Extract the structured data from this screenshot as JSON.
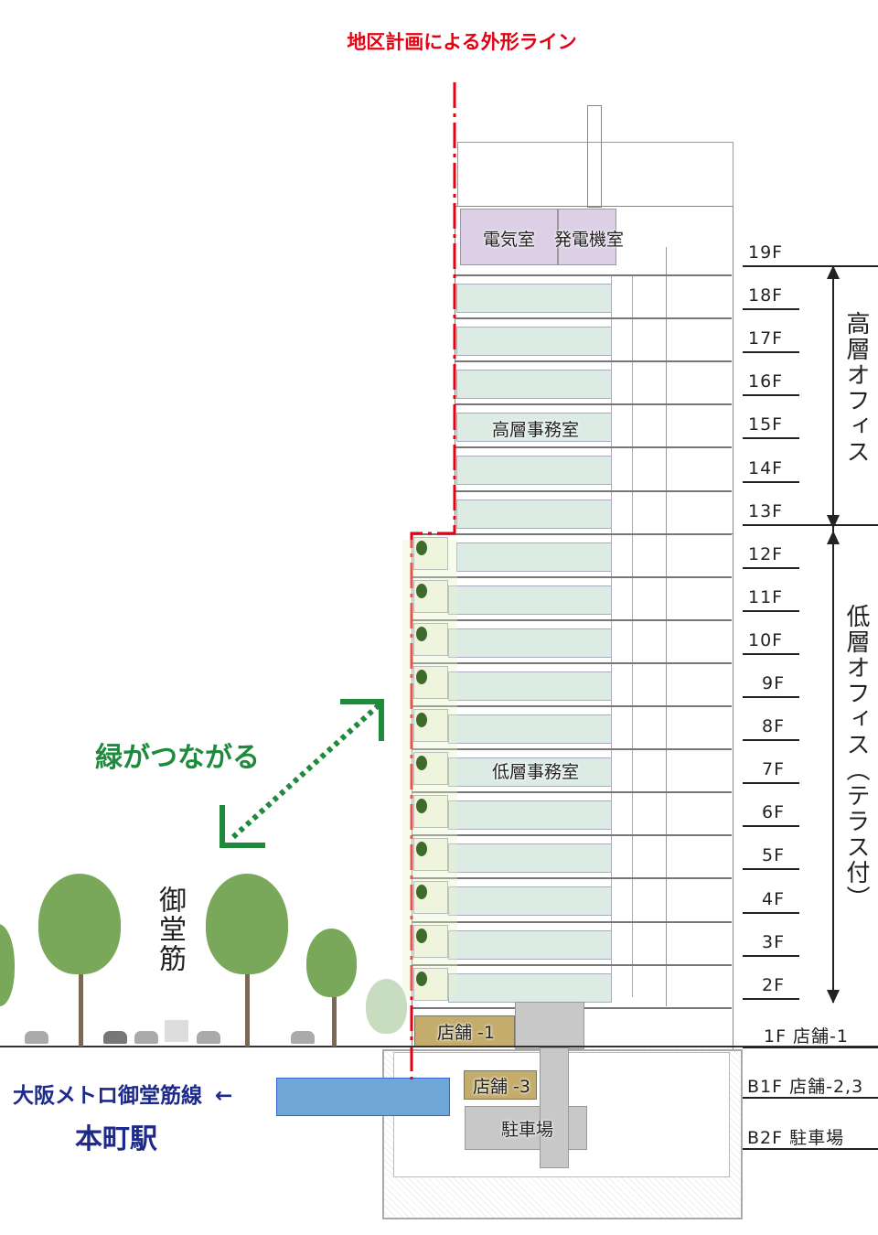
{
  "title": "地区計画による外形ライン",
  "rooms": {
    "electrical": "電気室",
    "generator": "発電機室",
    "high_office": "高層事務室",
    "low_office": "低層事務室",
    "shop1": "店舗 -1",
    "shop3": "店舗 -3",
    "parking": "駐車場"
  },
  "floors": [
    "19F",
    "18F",
    "17F",
    "16F",
    "15F",
    "14F",
    "13F",
    "12F",
    "11F",
    "10F",
    "9F",
    "8F",
    "7F",
    "6F",
    "5F",
    "4F",
    "3F",
    "2F"
  ],
  "ground_floors": [
    {
      "label": "1F 店舗-1"
    },
    {
      "label": "B1F 店舗-2,3"
    },
    {
      "label": "B2F 駐車場"
    }
  ],
  "zones": {
    "high": "高層オフィス",
    "low": "低層オフィス（テラス付）"
  },
  "green_label": "緑がつながる",
  "street_label": "御堂筋",
  "station": {
    "line": "大阪メトロ御堂筋線",
    "arrow": "←",
    "name": "本町駅"
  },
  "colors": {
    "red": "#e60012",
    "green": "#1e8a3c",
    "navy": "#1d2a8a"
  }
}
